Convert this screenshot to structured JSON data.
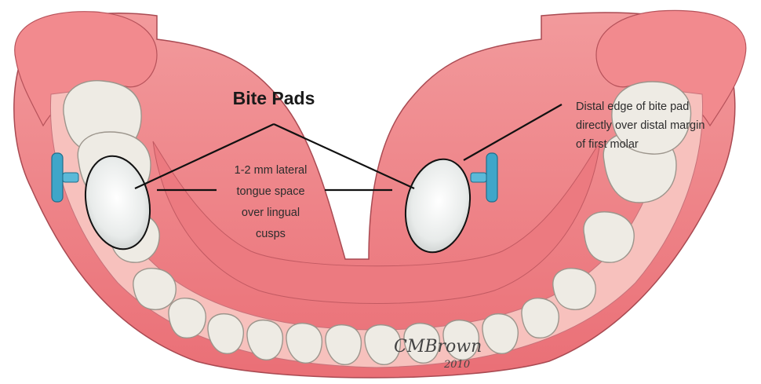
{
  "diagram": {
    "title": "Bite Pads",
    "center_label": [
      "1-2 mm lateral",
      "tongue space",
      "over lingual",
      "cusps"
    ],
    "right_label": [
      "Distal edge of bite pad",
      "directly over distal margin",
      "of first molar"
    ],
    "signature": {
      "name": "CMBrown",
      "year": "2010"
    }
  },
  "colors": {
    "gum": "#f0868a",
    "gum_dark": "#d9545c",
    "gum_light": "#f6b9b6",
    "tooth": "#efece6",
    "tooth_shadow": "#c9c3b8",
    "bite_pad": "#eef0ef",
    "clip": "#3fa6c9",
    "line": "#111111"
  }
}
